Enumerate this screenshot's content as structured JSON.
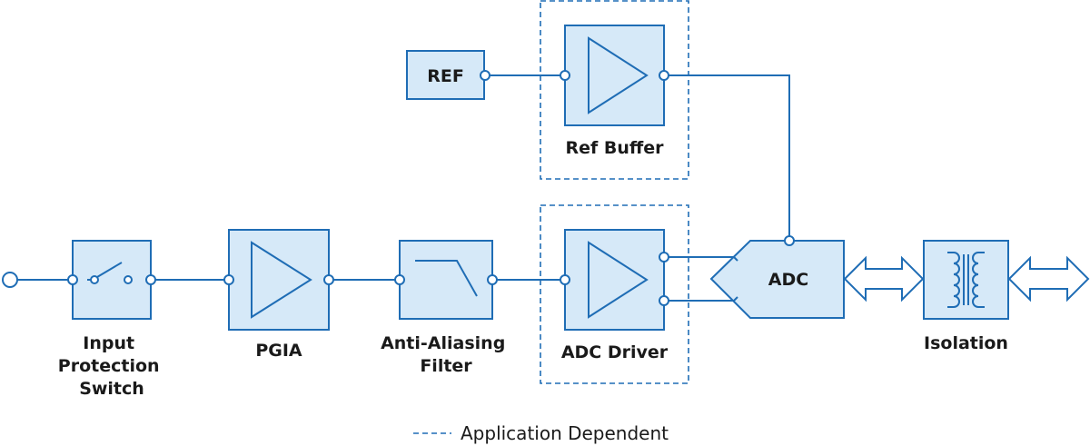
{
  "blocks": {
    "ref": {
      "label": "REF"
    },
    "ref_buffer": {
      "label": "Ref Buffer"
    },
    "input_protection": {
      "label_lines": [
        "Input",
        "Protection",
        "Switch"
      ]
    },
    "pgia": {
      "label": "PGIA"
    },
    "anti_aliasing": {
      "label_lines": [
        "Anti-Aliasing",
        "Filter"
      ]
    },
    "adc_driver": {
      "label": "ADC Driver"
    },
    "adc": {
      "label": "ADC"
    },
    "isolation": {
      "label": "Isolation"
    }
  },
  "legend": {
    "label": "Application Dependent"
  },
  "colors": {
    "stroke": "#1f6db5",
    "fill": "#d6e9f8",
    "text": "#1a1a1a"
  }
}
